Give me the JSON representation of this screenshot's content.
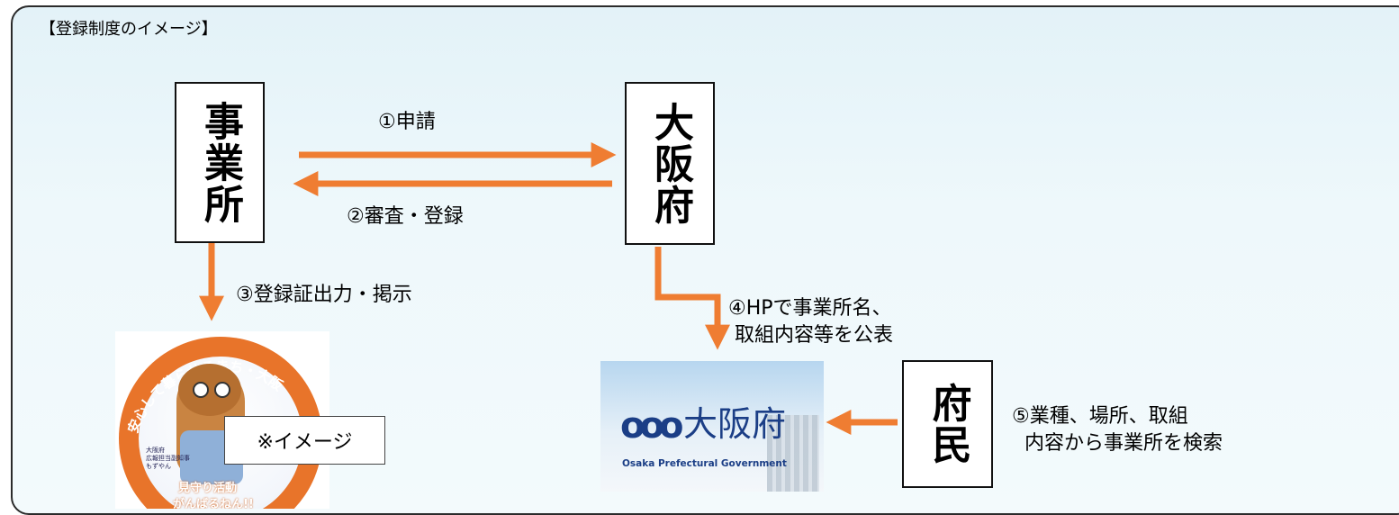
{
  "title": "【登録制度のイメージ】",
  "boxes": {
    "jigyosho": "事業所",
    "osakafu": "大阪府",
    "fumin": "府民"
  },
  "labels": {
    "step1": "①申請",
    "step2": "②審査・登録",
    "step3": "③登録証出力・掲示",
    "step4": "④HPで事業所名、\n 取組内容等を公表",
    "step5": "⑤業種、場所、取組\n  内容から事業所を検索"
  },
  "mascot_image": {
    "note": "※イメージ",
    "arc_text": "安心して暮らせるまち・大阪",
    "caption": "大阪府\n広報担当副知事\nもずやん",
    "slogan_line1": "見守り活動",
    "slogan_line2": "がんばるねん!!"
  },
  "osaka_image": {
    "logo_mark": "ooo",
    "logo_text": "大阪府",
    "logo_en": "Osaka Prefectural Government"
  },
  "colors": {
    "arrow": "#ef7d32",
    "background": "#e6f4f9",
    "border": "#2b2b2b",
    "mascot_ring": "#e8742a",
    "osaka_blue": "#1b3e86"
  }
}
